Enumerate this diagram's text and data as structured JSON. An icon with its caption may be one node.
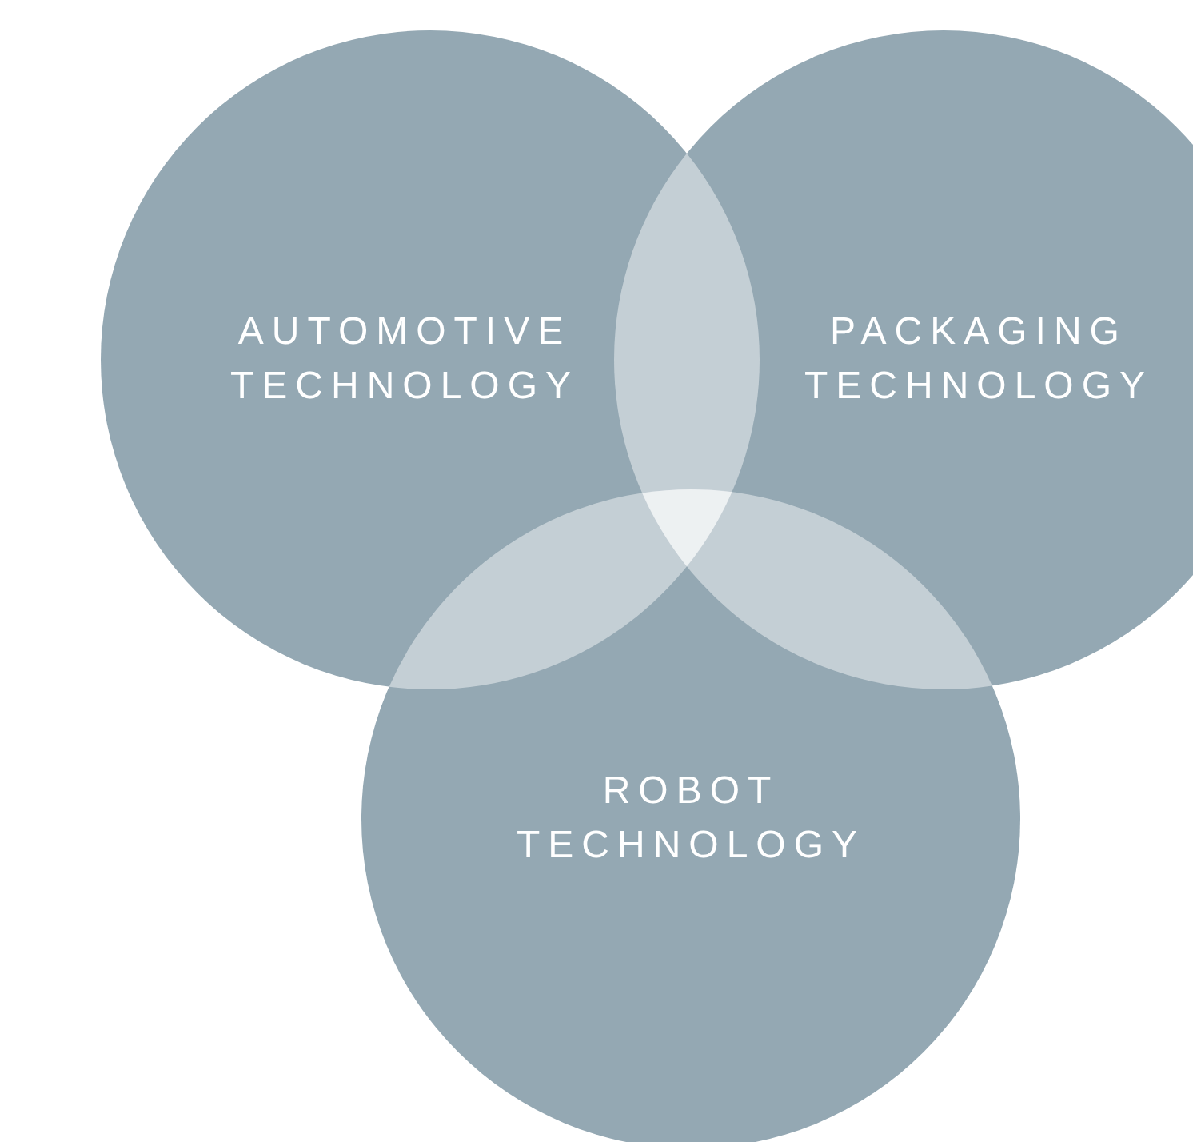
{
  "diagram": {
    "nodes": [
      {
        "text": [
          "AUTOMOTIVE TECHNOLOGY"
        ]
      },
      {
        "text": [
          "PACKAGING TECHNOLOGY"
        ]
      },
      {
        "text": [
          "ROBOT TECHNOLOGY"
        ]
      }
    ]
  }
}
